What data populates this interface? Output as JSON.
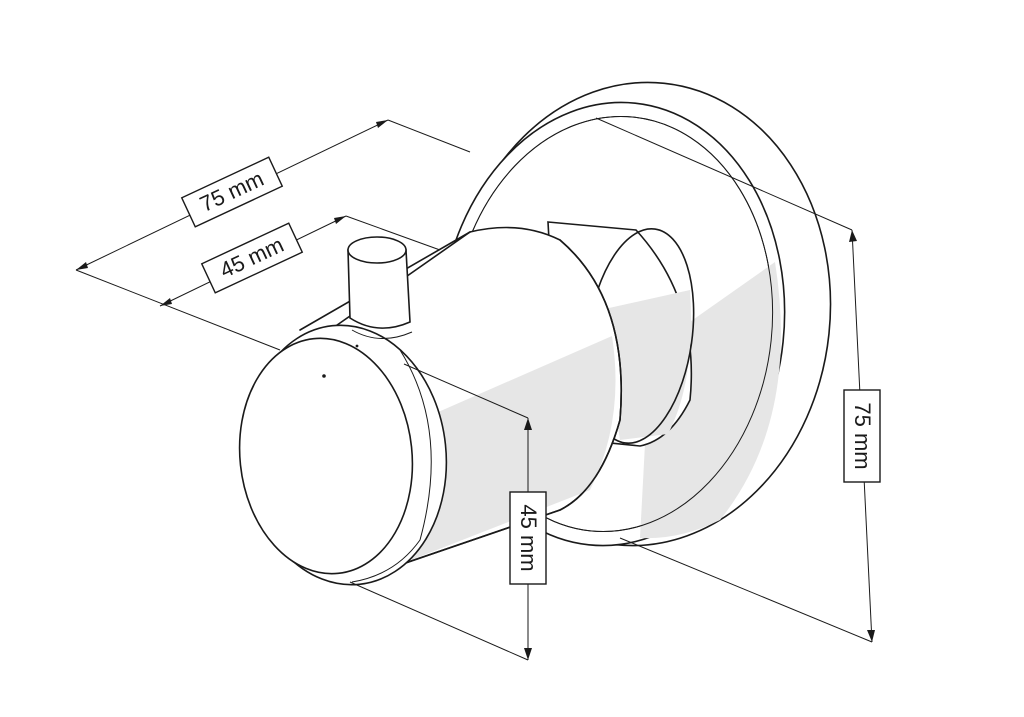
{
  "dimensions": {
    "flange_width": "75 mm",
    "body_length": "45 mm",
    "body_diameter": "45 mm",
    "flange_diameter": "75 mm"
  },
  "colors": {
    "line": "#1a1a1a",
    "shade": "#e6e6e6",
    "background": "#ffffff"
  }
}
